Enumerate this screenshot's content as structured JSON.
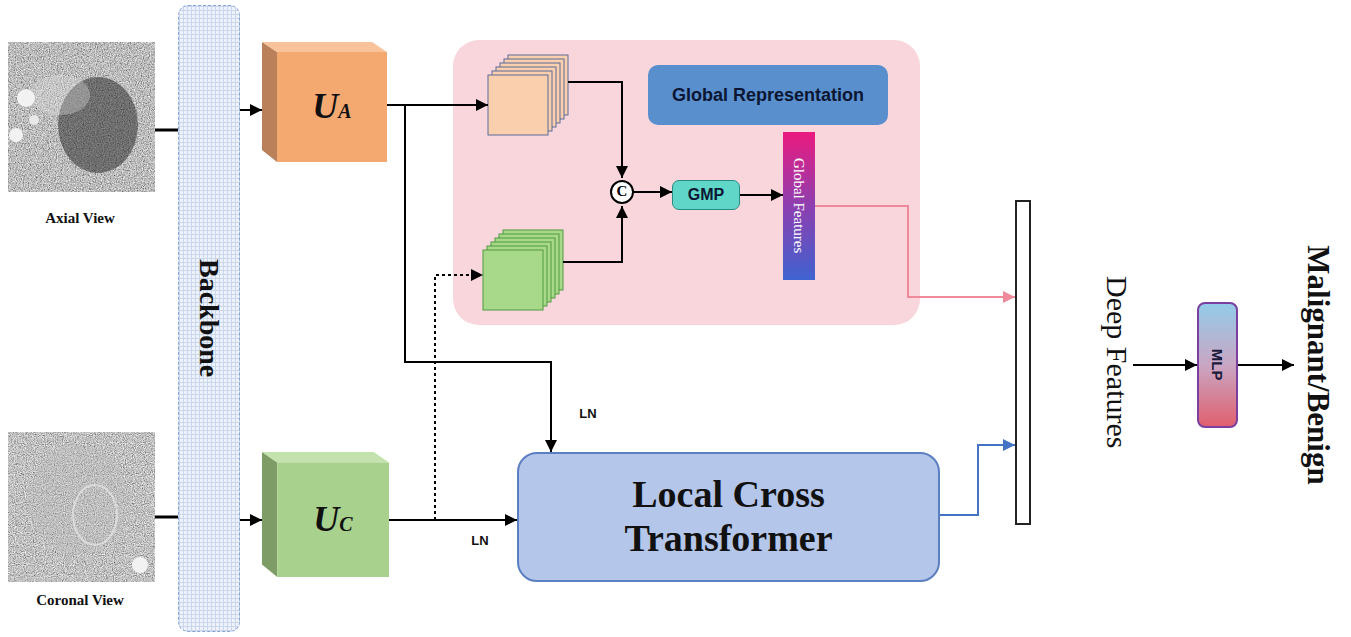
{
  "diagram": {
    "nodes": [
      {
        "text": [
          "Backbone"
        ]
      },
      {
        "text": [
          "UA"
        ]
      },
      {
        "text": [
          "UC"
        ]
      },
      {
        "text": [
          "Global Representation"
        ]
      },
      {
        "text": [
          "C"
        ],
        "in": 3
      },
      {
        "text": [
          "GMP"
        ],
        "in": 3
      },
      {
        "text": [
          "Global Features"
        ],
        "in": 3
      },
      {
        "text": [
          "Local Cross Transformer"
        ]
      },
      {
        "text": [
          "Deep Features"
        ]
      },
      {
        "text": [
          "MLP"
        ]
      }
    ],
    "edges": [
      {
        "from": 0,
        "to": 1,
        "arrow": "to"
      },
      {
        "from": 0,
        "to": 2,
        "arrow": "to"
      },
      {
        "from": 4,
        "to": 5,
        "arrow": "to"
      },
      {
        "from": 5,
        "to": 6,
        "arrow": "to"
      },
      {
        "from": 6,
        "to": 8,
        "arrow": "to"
      },
      {
        "from": 1,
        "to": 7,
        "label": "LN",
        "arrow": "to"
      },
      {
        "from": 2,
        "to": 7,
        "label": "LN",
        "arrow": "to"
      },
      {
        "from": 7,
        "to": 8,
        "arrow": "to"
      },
      {
        "from": 8,
        "to": 9,
        "arrow": "to"
      }
    ],
    "labels": [
      "Axial View",
      "Coronal View",
      "Malignant/Benign"
    ]
  }
}
